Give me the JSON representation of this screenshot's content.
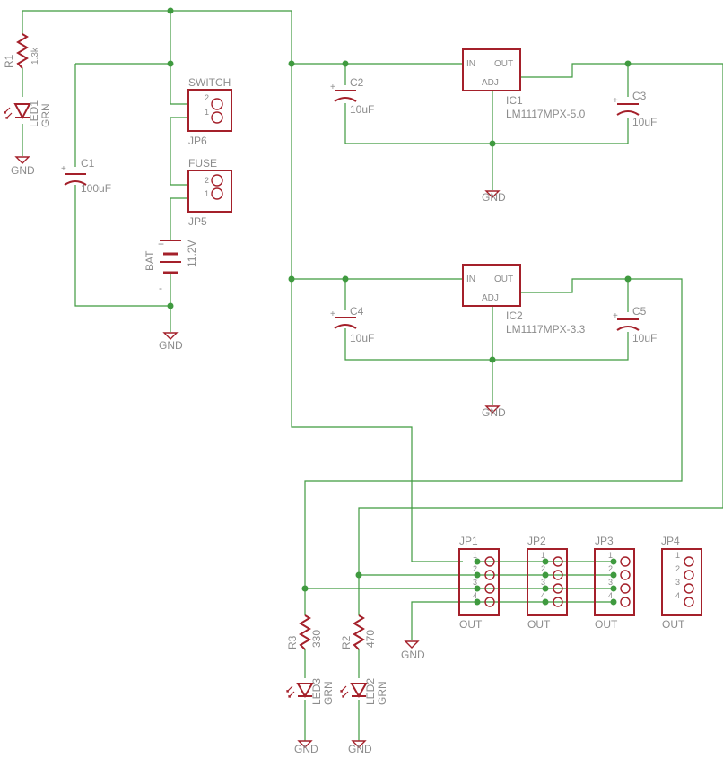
{
  "labels": {
    "r1_name": "R1",
    "r1_value": "1.3k",
    "led1_name": "LED1",
    "led1_value": "GRN",
    "gnd": "GND",
    "c1_name": "C1",
    "c1_value": "100uF",
    "switch_title": "SWITCH",
    "jp6_name": "JP6",
    "fuse_title": "FUSE",
    "jp5_name": "JP5",
    "bat_name": "BAT",
    "bat_value": "11.2V",
    "plus": "+",
    "minus": "-",
    "c2_name": "C2",
    "c2_value": "10uF",
    "ic1_name": "IC1",
    "ic1_value": "LM1117MPX-5.0",
    "c3_name": "C3",
    "c3_value": "10uF",
    "c4_name": "C4",
    "c4_value": "10uF",
    "ic2_name": "IC2",
    "ic2_value": "LM1117MPX-3.3",
    "c5_name": "C5",
    "c5_value": "10uF",
    "pin_in": "IN",
    "pin_out": "OUT",
    "pin_adj": "ADJ",
    "r3_name": "R3",
    "r3_value": "330",
    "r2_name": "R2",
    "r2_value": "470",
    "led3_name": "LED3",
    "led3_value": "GRN",
    "led2_name": "LED2",
    "led2_value": "GRN",
    "jp1_name": "JP1",
    "jp2_name": "JP2",
    "jp3_name": "JP3",
    "jp4_name": "JP4",
    "out": "OUT",
    "n1": "1",
    "n2": "2",
    "n3": "3",
    "n4": "4"
  },
  "colors": {
    "wire": "#3f9a3f",
    "part": "#a4202a",
    "text": "#8c8c8c",
    "background": "#ffffff"
  }
}
